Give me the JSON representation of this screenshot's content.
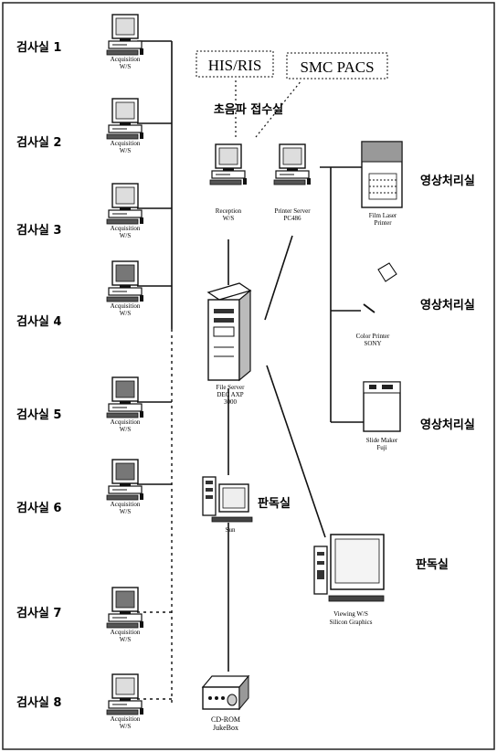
{
  "rooms": [
    {
      "label": "검사실 1",
      "ws_line1": "Acquisition",
      "ws_line2": "W/S"
    },
    {
      "label": "검사실 2",
      "ws_line1": "Acquisition",
      "ws_line2": "W/S"
    },
    {
      "label": "검사실 3",
      "ws_line1": "Acquisition",
      "ws_line2": "W/S"
    },
    {
      "label": "검사실 4",
      "ws_line1": "Acquisition",
      "ws_line2": "W/S"
    },
    {
      "label": "검사실 5",
      "ws_line1": "Acquisition",
      "ws_line2": "W/S"
    },
    {
      "label": "검사실 6",
      "ws_line1": "Acquisition",
      "ws_line2": "W/S"
    },
    {
      "label": "검사실 7",
      "ws_line1": "Acquisition",
      "ws_line2": "W/S"
    },
    {
      "label": "검사실 8",
      "ws_line1": "Acquisition",
      "ws_line2": "W/S"
    }
  ],
  "external": {
    "his_ris": "HIS/RIS",
    "smc_pacs": "SMC PACS"
  },
  "reception_area": "초음파 접수실",
  "reception": {
    "line1": "Reception",
    "line2": "W/S"
  },
  "print_server": {
    "line1": "Printer Server",
    "line2": "PC486"
  },
  "file_server": {
    "line1": "File Server",
    "line2": "DEC AXP",
    "line3": "3000"
  },
  "sun": {
    "label": "Sun",
    "room": "판독실"
  },
  "cdrom": {
    "line1": "CD-ROM",
    "line2": "JukeBox"
  },
  "film_printer": {
    "line1": "Film Laser",
    "line2": "Printer",
    "room": "영상처리실"
  },
  "color_printer": {
    "line1": "Color Printer",
    "line2": "SONY",
    "room": "영상처리실"
  },
  "slide_maker": {
    "line1": "Slide Maker",
    "line2": "Fuji",
    "room": "영상처리실"
  },
  "viewing": {
    "line1": "Viewing W/S",
    "line2": "Silicon Graphics",
    "room": "판독실"
  }
}
